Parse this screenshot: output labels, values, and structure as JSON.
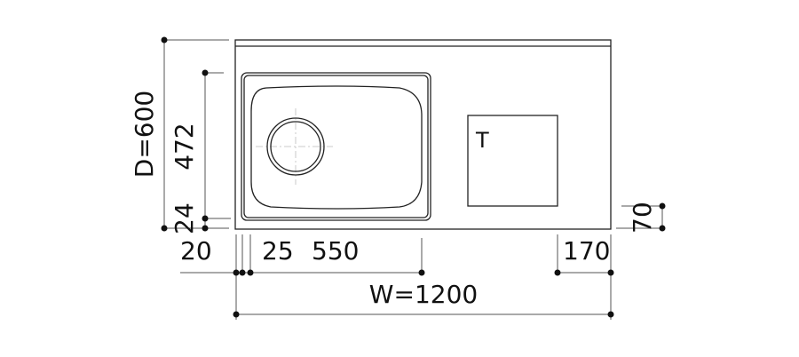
{
  "dimensions": {
    "depth": "D=600",
    "bowl_depth": "472",
    "front_edge": "24",
    "side_margin": "20",
    "bowl_offset": "25",
    "bowl_width": "550",
    "right_margin": "170",
    "right_height": "70",
    "width": "W=1200"
  },
  "labels": {
    "faucet_mark": "T"
  }
}
